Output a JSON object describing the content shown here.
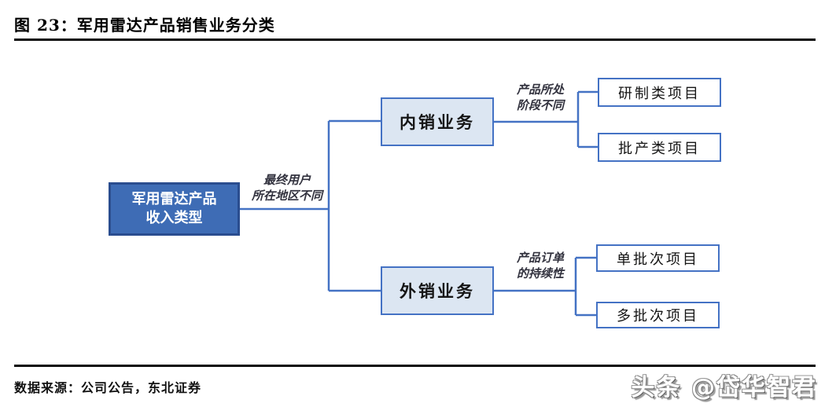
{
  "figure": {
    "title": "图 23：军用雷达产品销售业务分类"
  },
  "tree": {
    "root": {
      "line1": "军用雷达产品",
      "line2": "收入类型"
    },
    "root_criterion": {
      "line1": "最终用户",
      "line2": "所在地区不同"
    },
    "branches": [
      {
        "label": "内销业务",
        "criterion": {
          "line1": "产品所处",
          "line2": "阶段不同"
        },
        "children": [
          "研制类项目",
          "批产类项目"
        ]
      },
      {
        "label": "外销业务",
        "criterion": {
          "line1": "产品订单",
          "line2": "的持续性"
        },
        "children": [
          "单批次项目",
          "多批次项目"
        ]
      }
    ]
  },
  "footer": {
    "source": "数据来源：公司公告，东北证券",
    "watermark": "头条 @岱华智君"
  },
  "colors": {
    "root_fill": "#3e6cb5",
    "root_border": "#2a4d8f",
    "root_text": "#ffffff",
    "mid_fill": "#dce6f2",
    "leaf_fill": "#ffffff",
    "box_border": "#4472c4",
    "connector": "#4472c4",
    "criterion_text": "#32323e",
    "rule": "#0a0a0a"
  }
}
